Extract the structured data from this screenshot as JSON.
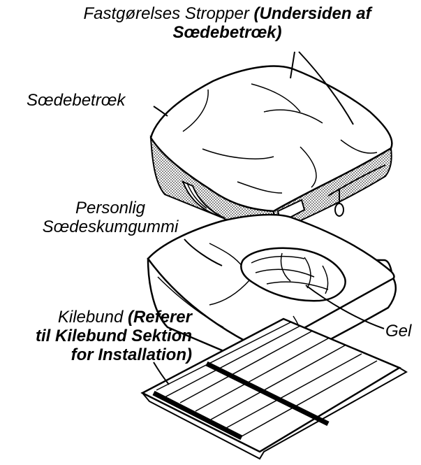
{
  "labels": {
    "straps_line1_plain": "Fastgørelses Stropper ",
    "straps_line1_bold": "(Undersiden af",
    "straps_line2_bold": "Sœdebetrœk)",
    "cover": "Sœdebetrœk",
    "foam_line1": "Personlig",
    "foam_line2": "Sœdeskumgummi",
    "gel": "Gel",
    "base_line1_plain": "Kilebund ",
    "base_line1_bold": "(Referer",
    "base_line2_bold": "til Kilebund Sektion",
    "base_line3_bold": "for Installation)"
  }
}
